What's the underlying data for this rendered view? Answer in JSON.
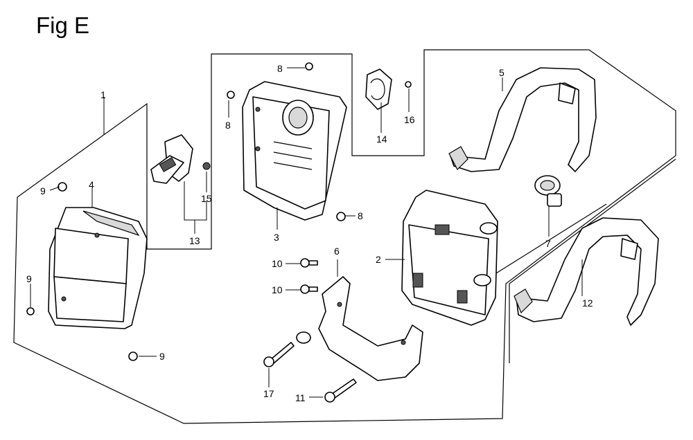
{
  "figure": {
    "title": "Fig E"
  },
  "callouts": {
    "p1": "1",
    "p2": "2",
    "p3": "3",
    "p4": "4",
    "p5": "5",
    "p6": "6",
    "p7": "7",
    "p8a": "8",
    "p8b": "8",
    "p8c": "8",
    "p9a": "9",
    "p9b": "9",
    "p9c": "9",
    "p10a": "10",
    "p10b": "10",
    "p11": "11",
    "p12": "12",
    "p13": "13",
    "p14": "14",
    "p15": "15",
    "p16": "16",
    "p17": "17"
  }
}
